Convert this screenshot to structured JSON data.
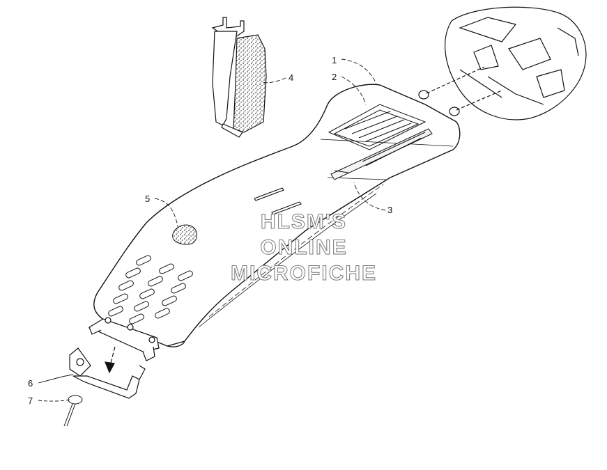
{
  "callouts": [
    {
      "id": "callout-1",
      "label": "1"
    },
    {
      "id": "callout-2",
      "label": "2"
    },
    {
      "id": "callout-3",
      "label": "3"
    },
    {
      "id": "callout-4",
      "label": "4"
    },
    {
      "id": "callout-5",
      "label": "5"
    },
    {
      "id": "callout-6",
      "label": "6"
    },
    {
      "id": "callout-7",
      "label": "7"
    }
  ],
  "watermark": {
    "line1": "HLSM'S",
    "line2": "ONLINE",
    "line3": "MICROFICHE"
  },
  "colors": {
    "ink": "#111111",
    "watermark_outline": "#777777",
    "background": "#ffffff"
  }
}
